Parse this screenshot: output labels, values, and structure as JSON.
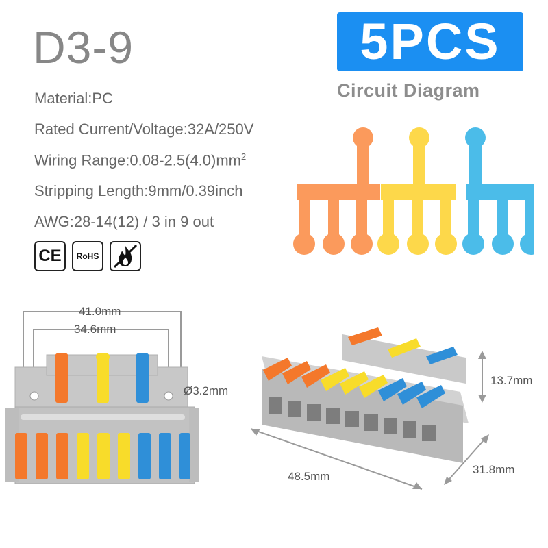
{
  "model": "D3-9",
  "badge": "5PCS",
  "diagram_title": "Circuit Diagram",
  "specs": [
    {
      "text": "Material:PC"
    },
    {
      "text": "Rated Current/Voltage:32A/250V"
    },
    {
      "text": "Wiring Range:0.08-2.5(4.0)mm",
      "sup": "2"
    },
    {
      "text": "Stripping Length:9mm/0.39inch"
    },
    {
      "text": "AWG:28-14(12) / 3 in 9 out"
    }
  ],
  "certs": {
    "ce": "CE",
    "rohs": "RoHS"
  },
  "dimensions": {
    "outer_width": "41.0mm",
    "inner_width": "34.6mm",
    "hole": "Ø3.2mm",
    "height": "13.7mm",
    "length": "48.5mm",
    "depth": "31.8mm"
  },
  "colors": {
    "orange": "#fb9a5c",
    "yellow": "#fdd84a",
    "blue": "#4bbce9",
    "badge": "#1b8ff2",
    "lever_orange": "#f4782b",
    "lever_yellow": "#f8dc2a",
    "lever_blue": "#2f8fd8",
    "housing": "#c4c4c4"
  }
}
